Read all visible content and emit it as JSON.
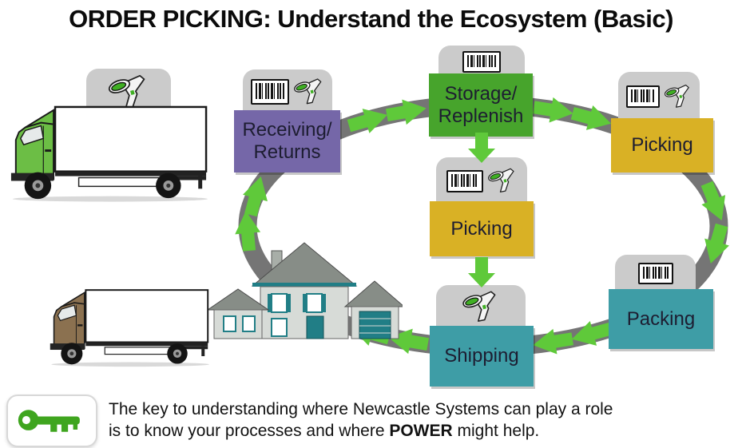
{
  "title": "ORDER PICKING: Understand the Ecosystem (Basic)",
  "colors": {
    "purple": "#7567A8",
    "green": "#47A42C",
    "yellow": "#D9B125",
    "teal": "#3E9DA6",
    "ring_gray": "#757575",
    "arrow_green": "#5FC93A",
    "tab_gray": "#CBCBCB",
    "key_green": "#3FA51F",
    "cab_green": "#6CBE45",
    "cab_brown": "#8B7150"
  },
  "nodes": {
    "receiving": {
      "line1": "Receiving/",
      "line2": "Returns"
    },
    "storage": {
      "line1": "Storage/",
      "line2": "Replenish"
    },
    "picking_top": {
      "label": "Picking"
    },
    "picking_mid": {
      "label": "Picking"
    },
    "packing": {
      "label": "Packing"
    },
    "shipping": {
      "label": "Shipping"
    }
  },
  "icons": {
    "barcode": "barcode-icon",
    "scanner": "barcode-scanner-icon",
    "key": "key-icon"
  },
  "footer": {
    "line1": "The key to understanding where Newcastle Systems can play a role",
    "line2_pre": "is to know your processes and where ",
    "line2_bold": "POWER",
    "line2_post": " might help."
  }
}
